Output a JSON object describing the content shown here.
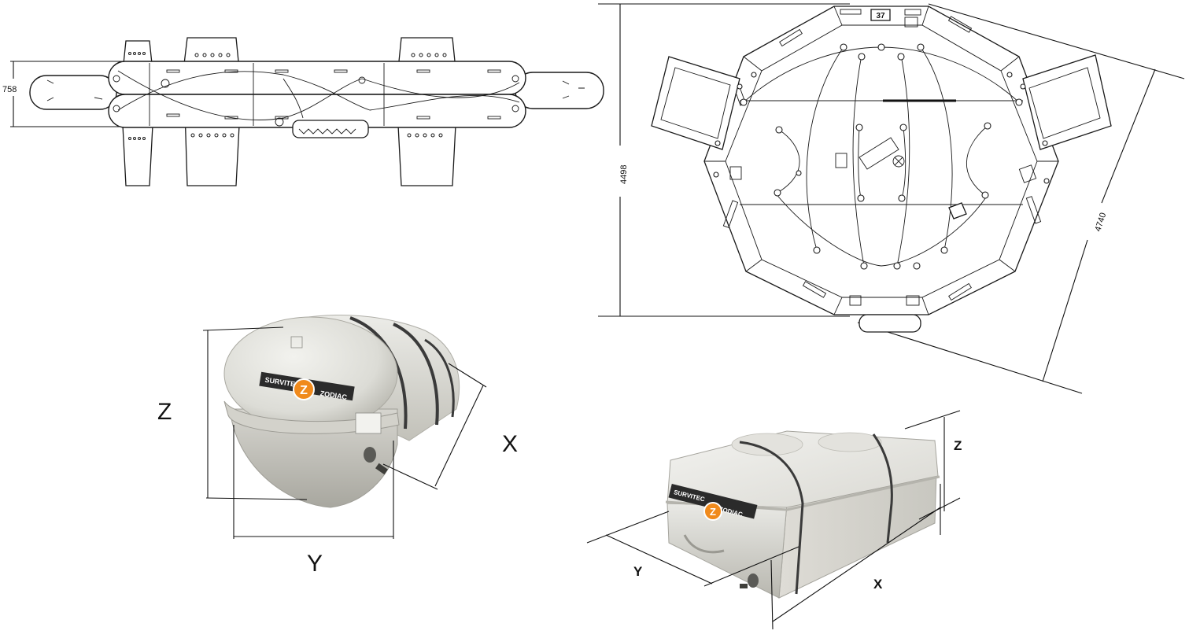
{
  "drawings": {
    "side_view": {
      "height_dimension": "758"
    },
    "top_view": {
      "height_dimension": "4498",
      "diagonal_dimension": "4740",
      "panel_label": "37"
    },
    "cylinder_container": {
      "dim_z": "Z",
      "dim_x": "X",
      "dim_y": "Y",
      "brand_left": "SURVITEC",
      "brand_right": "ZODIAC",
      "logo_letter": "Z"
    },
    "box_container": {
      "dim_z": "Z",
      "dim_x": "X",
      "dim_y": "Y",
      "brand_left": "SURVITEC",
      "brand_right": "ZODIAC",
      "logo_letter": "Z"
    }
  },
  "colors": {
    "line": "#1a1a1a",
    "container_body": "#e6e6e2",
    "container_shade": "#c9c8c2",
    "brand_band": "#2b2b2b",
    "logo_orange": "#f08a1c"
  }
}
